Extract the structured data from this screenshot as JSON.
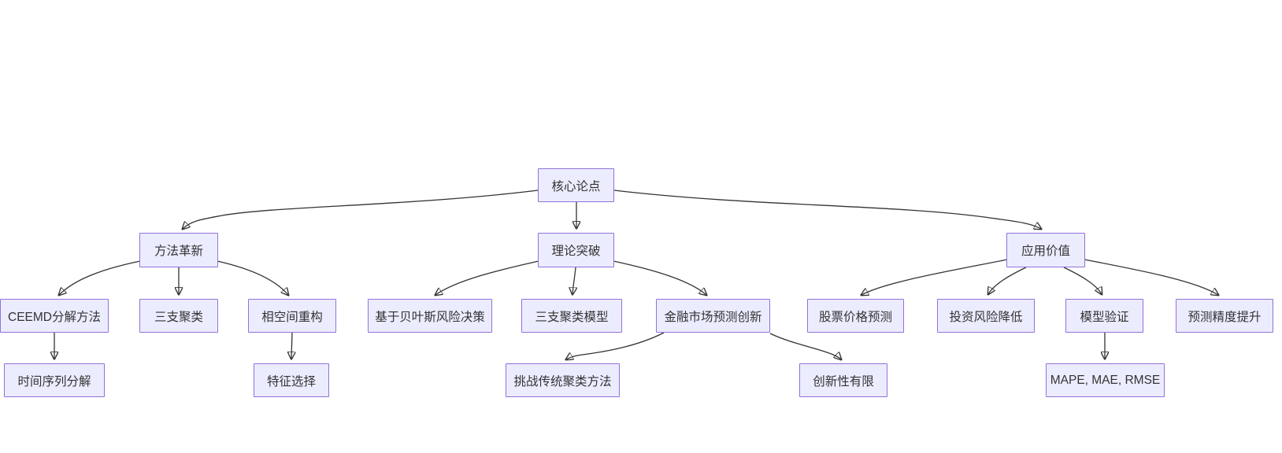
{
  "diagram": {
    "type": "flowchart",
    "direction": "top-down",
    "colors": {
      "node_fill": "#ECECFF",
      "node_border": "#9370DB",
      "edge": "#333333",
      "text": "#333333",
      "background": "#FFFFFF"
    },
    "nodes": {
      "root": {
        "id": "root",
        "label": "核心论点"
      },
      "method": {
        "id": "method",
        "label": "方法革新"
      },
      "theory": {
        "id": "theory",
        "label": "理论突破"
      },
      "application": {
        "id": "application",
        "label": "应用价值"
      },
      "ceemd": {
        "id": "ceemd",
        "label": "CEEMD分解方法"
      },
      "three_way": {
        "id": "three_way",
        "label": "三支聚类"
      },
      "phase_space": {
        "id": "phase_space",
        "label": "相空间重构"
      },
      "bayes": {
        "id": "bayes",
        "label": "基于贝叶斯风险决策"
      },
      "three_way_model": {
        "id": "three_way_model",
        "label": "三支聚类模型"
      },
      "finance": {
        "id": "finance",
        "label": "金融市场预测创新"
      },
      "stock": {
        "id": "stock",
        "label": "股票价格预测"
      },
      "risk": {
        "id": "risk",
        "label": "投资风险降低"
      },
      "validation": {
        "id": "validation",
        "label": "模型验证"
      },
      "precision": {
        "id": "precision",
        "label": "预测精度提升"
      },
      "ts_decomp": {
        "id": "ts_decomp",
        "label": "时间序列分解"
      },
      "feature": {
        "id": "feature",
        "label": "特征选择"
      },
      "challenge": {
        "id": "challenge",
        "label": "挑战传统聚类方法"
      },
      "limited": {
        "id": "limited",
        "label": "创新性有限"
      },
      "metrics": {
        "id": "metrics",
        "label": "MAPE, MAE, RMSE"
      }
    },
    "edges": [
      {
        "from": "root",
        "to": "method"
      },
      {
        "from": "root",
        "to": "theory"
      },
      {
        "from": "root",
        "to": "application"
      },
      {
        "from": "method",
        "to": "ceemd"
      },
      {
        "from": "method",
        "to": "three_way"
      },
      {
        "from": "method",
        "to": "phase_space"
      },
      {
        "from": "theory",
        "to": "bayes"
      },
      {
        "from": "theory",
        "to": "three_way_model"
      },
      {
        "from": "theory",
        "to": "finance"
      },
      {
        "from": "application",
        "to": "stock"
      },
      {
        "from": "application",
        "to": "risk"
      },
      {
        "from": "application",
        "to": "validation"
      },
      {
        "from": "application",
        "to": "precision"
      },
      {
        "from": "ceemd",
        "to": "ts_decomp"
      },
      {
        "from": "phase_space",
        "to": "feature"
      },
      {
        "from": "finance",
        "to": "challenge"
      },
      {
        "from": "finance",
        "to": "limited"
      },
      {
        "from": "validation",
        "to": "metrics"
      }
    ]
  }
}
